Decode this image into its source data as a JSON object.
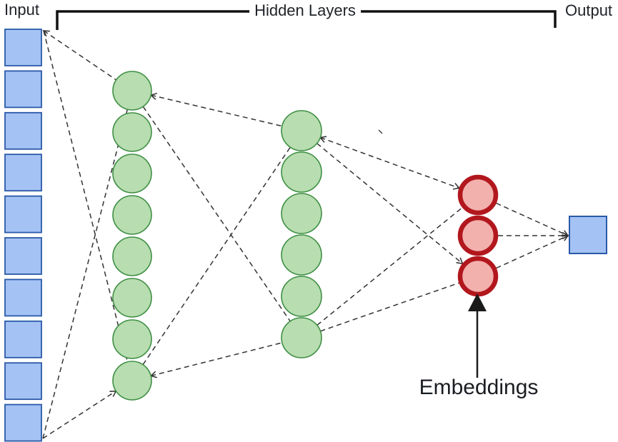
{
  "labels": {
    "input": "Input",
    "hidden_layers": "Hidden Layers",
    "output": "Output",
    "embeddings": "Embeddings"
  },
  "network": {
    "layers": [
      {
        "id": "input",
        "shape": "square",
        "count": 10,
        "fill": "#a4c2f4",
        "stroke": "#2a59a8"
      },
      {
        "id": "hidden-layer-1",
        "shape": "circle",
        "count": 8,
        "fill": "#b7ddb0",
        "stroke": "#3f8f44"
      },
      {
        "id": "hidden-layer-2",
        "shape": "circle",
        "count": 6,
        "fill": "#b7ddb0",
        "stroke": "#3f8f44"
      },
      {
        "id": "embeddings",
        "shape": "circle",
        "count": 3,
        "fill": "#f2b1ad",
        "stroke": "#b2171d"
      },
      {
        "id": "output",
        "shape": "square",
        "count": 1,
        "fill": "#a4c2f4",
        "stroke": "#2a59a8"
      }
    ],
    "connection_style": {
      "color": "#333333",
      "dash": "7 5"
    },
    "bracket_color": "#111111",
    "text_color": "#1f2328"
  }
}
